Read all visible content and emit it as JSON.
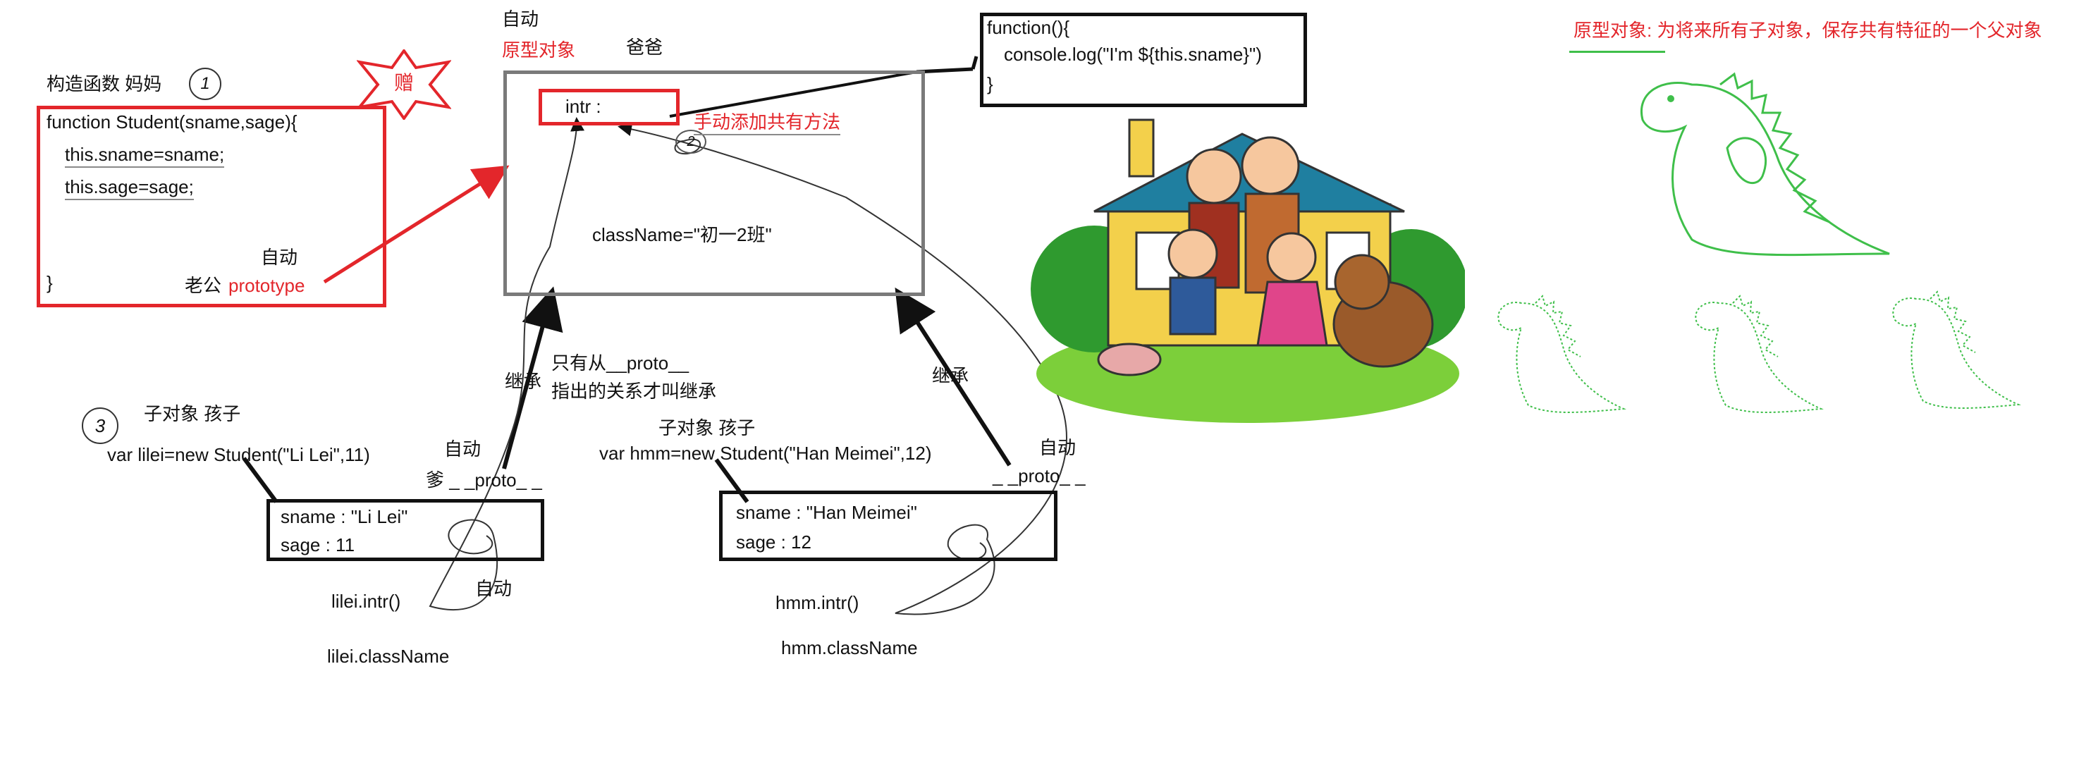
{
  "constructor": {
    "heading": "构造函数 妈妈",
    "step_label": "1",
    "gift_label": "赠",
    "lines": [
      "function Student(sname,sage){",
      "this.sname=sname;",
      "this.sage=sage;",
      "}"
    ],
    "auto_label": "自动",
    "husband_label": "老公",
    "prototype_label": "prototype"
  },
  "prototype_box": {
    "auto_label": "自动",
    "title": "原型对象",
    "dad_label": "爸爸",
    "intr_text": "intr :",
    "step_label": "2",
    "manual_label": "手动添加共有方法",
    "class_name": "className=\"初一2班\""
  },
  "function_box": {
    "line1": "function(){",
    "line2": "console.log(\"I'm ${this.sname}\")",
    "line3": "}"
  },
  "inherit_note": {
    "left_inherit": "继承",
    "line1": "只有从__proto__",
    "line2": "指出的关系才叫继承",
    "right_inherit": "继承"
  },
  "lilei": {
    "step_label": "3",
    "heading": "子对象 孩子",
    "code": "var lilei=new Student(\"Li Lei\",11)",
    "auto_label": "自动",
    "proto_label": "爹 _ _proto_ _",
    "sname": "sname : \"Li Lei\"",
    "sage": "sage : 11",
    "call": "lilei.intr()",
    "call_auto": "自动",
    "prop": "lilei.className"
  },
  "hmm": {
    "heading": "子对象 孩子",
    "code": "var hmm=new Student(\"Han Meimei\",12)",
    "auto_label": "自动",
    "proto_label": "_ _proto_ _",
    "sname": "sname :  \"Han Meimei\"",
    "sage": "sage : 12",
    "call": "hmm.intr()",
    "prop": "hmm.className"
  },
  "right_note": {
    "text": "原型对象: 为将来所有子对象，保存共有特征的一个父对象"
  },
  "colors": {
    "red": "#e3262b",
    "black": "#111111",
    "gray_box": "#7a7a7a",
    "dino_green": "#3fbf4a"
  },
  "icons": {
    "family_picture": "family-house-illustration",
    "dinosaur_big": "dinosaur-parent-sketch",
    "dinosaur_small": "dinosaur-child-sketch"
  }
}
